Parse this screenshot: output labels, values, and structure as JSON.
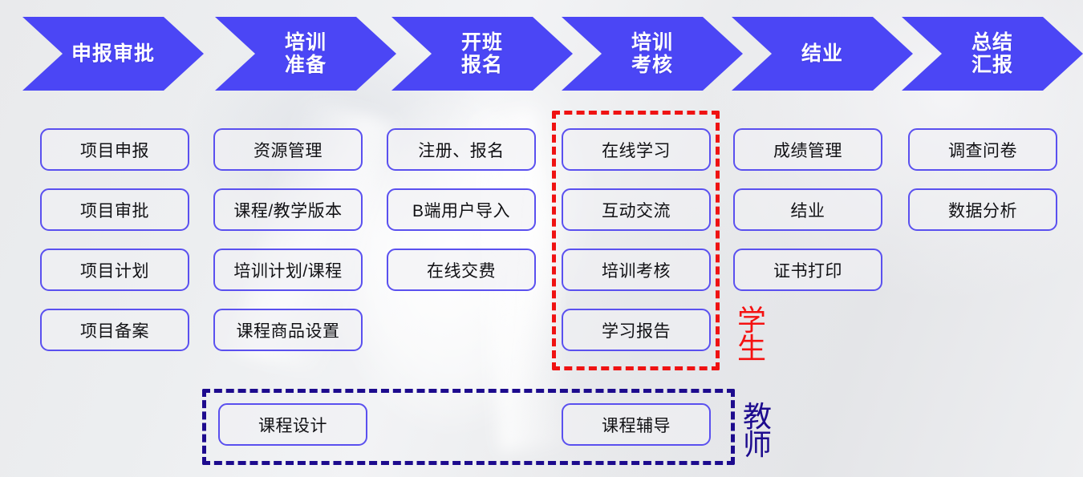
{
  "colors": {
    "arrow_fill": "#4b46f5",
    "arrow_text": "#ffffff",
    "box_border": "#5a50ef",
    "box_text": "#111114",
    "student_group_border": "#ef1212",
    "student_label_text": "#f51111",
    "teacher_group_border": "#1d0b8e",
    "teacher_label_text": "#1d0b8e",
    "background": "#ececee"
  },
  "banner": {
    "steps": [
      {
        "label": "申报审批"
      },
      {
        "label": "培训\n准备"
      },
      {
        "label": "开班\n报名"
      },
      {
        "label": "培训\n考核"
      },
      {
        "label": "结业"
      },
      {
        "label": "总结\n汇报"
      }
    ]
  },
  "columns": [
    {
      "key": "declare-approval",
      "items": [
        "项目申报",
        "项目审批",
        "项目计划",
        "项目备案"
      ]
    },
    {
      "key": "training-prep",
      "items": [
        "资源管理",
        "课程/教学版本",
        "培训计划/课程",
        "课程商品设置"
      ]
    },
    {
      "key": "class-signup",
      "items": [
        "注册、报名",
        "B端用户导入",
        "在线交费"
      ]
    },
    {
      "key": "training-assess",
      "items": [
        "在线学习",
        "互动交流",
        "培训考核",
        "学习报告"
      ]
    },
    {
      "key": "completion",
      "items": [
        "成绩管理",
        "结业",
        "证书打印"
      ]
    },
    {
      "key": "summary-report",
      "items": [
        "调查问卷",
        "数据分析"
      ]
    }
  ],
  "groups": {
    "student": {
      "label": "学生"
    },
    "teacher": {
      "label": "教师",
      "items": [
        "课程设计",
        "课程辅导"
      ]
    }
  }
}
